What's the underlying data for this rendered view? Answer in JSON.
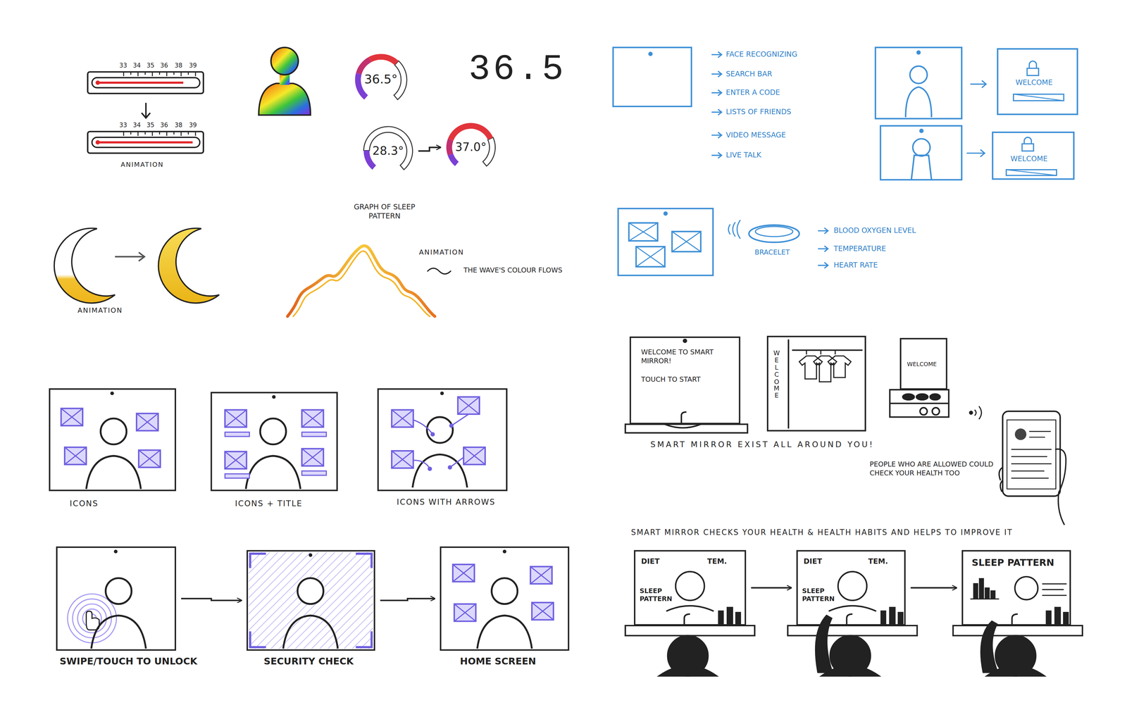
{
  "diagram": {
    "nodes": [
      {
        "text": [
          "36.5°"
        ]
      },
      {
        "text": [
          "28.3°"
        ]
      },
      {
        "text": [
          "37.0°"
        ]
      },
      {
        "text": [
          "WELCOME"
        ]
      },
      {
        "text": [
          "WELCOME"
        ]
      },
      {
        "text": [
          "WELCOME TO SMART MIRROR!",
          "TOUCH TO START"
        ]
      },
      {
        "text": [
          "WELCOME"
        ]
      },
      {
        "text": [
          "WELCOME"
        ]
      },
      {
        "text": [
          "ICONS"
        ]
      },
      {
        "text": [
          "ICONS + TITLE"
        ]
      },
      {
        "text": [
          "ICONS WITH ARROWS"
        ]
      },
      {
        "text": [
          "SWIPE/TOUCH TO UNLOCK"
        ]
      },
      {
        "text": [
          "SECURITY CHECK"
        ]
      },
      {
        "text": [
          "HOME SCREEN"
        ]
      },
      {
        "text": [
          "DIET",
          "TEM.",
          "SLEEP PATTERN"
        ]
      },
      {
        "text": [
          "DIET",
          "TEM.",
          "SLEEP PATTERN"
        ]
      },
      {
        "text": [
          "SLEEP PATTERN"
        ]
      }
    ],
    "edges": [
      {
        "from": 1,
        "to": 2,
        "arrow": "to"
      },
      {
        "from": 11,
        "to": 12,
        "arrow": "to"
      },
      {
        "from": 12,
        "to": 13,
        "arrow": "to"
      },
      {
        "from": 14,
        "to": 15,
        "arrow": "to"
      },
      {
        "from": 15,
        "to": 16,
        "arrow": "to"
      }
    ],
    "labels": [
      "33",
      "34",
      "35",
      "36",
      "38",
      "39",
      "33",
      "34",
      "35",
      "36",
      "38",
      "39",
      "ANIMATION",
      "36.5",
      "GRAPH OF SLEEP PATTERN",
      "ANIMATION",
      "ANIMATION",
      "THE WAVE'S COLOUR FLOWS",
      "FACE RECOGNIZING",
      "SEARCH BAR",
      "ENTER A CODE",
      "LISTS OF FRIENDS",
      "VIDEO MESSAGE",
      "LIVE TALK",
      "BRACELET",
      "BLOOD OXYGEN LEVEL",
      "TEMPERATURE",
      "HEART RATE",
      "SMART MIRROR EXIST ALL AROUND YOU!",
      "PEOPLE WHO ARE ALLOWED COULD CHECK YOUR HEALTH TOO",
      "SMART MIRROR CHECKS YOUR HEALTH & HEALTH HABITS AND HELPS TO IMPROVE IT"
    ]
  }
}
